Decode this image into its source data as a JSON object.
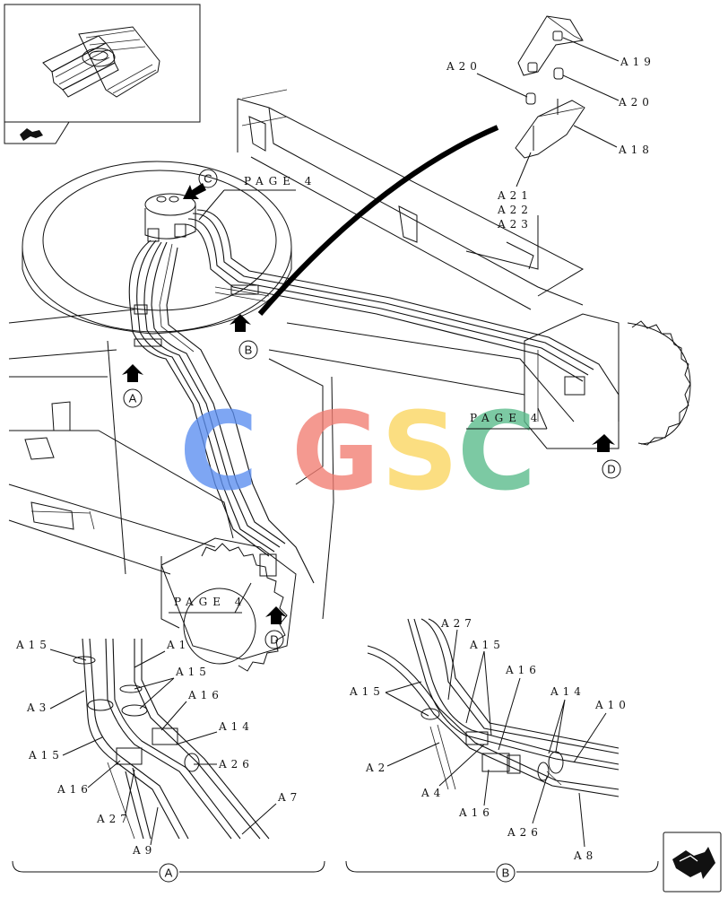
{
  "watermark": {
    "letters": [
      {
        "char": "C",
        "color": "#5b8ef0"
      },
      {
        "char": "G",
        "color": "#f27d72"
      },
      {
        "char": "S",
        "color": "#fbd65e"
      },
      {
        "char": "C",
        "color": "#58bb8a"
      }
    ]
  },
  "page_refs": [
    {
      "id": "top",
      "text": "PAGE 4"
    },
    {
      "id": "right",
      "text": "PAGE 4"
    },
    {
      "id": "bottom",
      "text": "PAGE 4"
    }
  ],
  "view_markers": [
    {
      "id": "c",
      "letter": "C"
    },
    {
      "id": "b",
      "letter": "B"
    },
    {
      "id": "a",
      "letter": "A"
    },
    {
      "id": "d-right",
      "letter": "D"
    },
    {
      "id": "d-bottom",
      "letter": "D"
    }
  ],
  "callouts": {
    "bracket": [
      "A19",
      "A20",
      "A20",
      "A18",
      "A21",
      "A22",
      "A23"
    ],
    "detail_a": [
      "A15",
      "A1",
      "A15",
      "A3",
      "A16",
      "A14",
      "A15",
      "A26",
      "A16",
      "A7",
      "A27",
      "A9"
    ],
    "detail_b": [
      "A27",
      "A15",
      "A16",
      "A15",
      "A14",
      "A10",
      "A2",
      "A4",
      "A16",
      "A26",
      "A8"
    ]
  },
  "detail_captions": [
    {
      "id": "a",
      "letter": "A"
    },
    {
      "id": "b",
      "letter": "B"
    }
  ],
  "icons": {
    "inset": "undercarriage-thumbnail-icon",
    "inset_nav": "previous-page-arrow-icon",
    "next": "next-page-arrow-icon"
  }
}
